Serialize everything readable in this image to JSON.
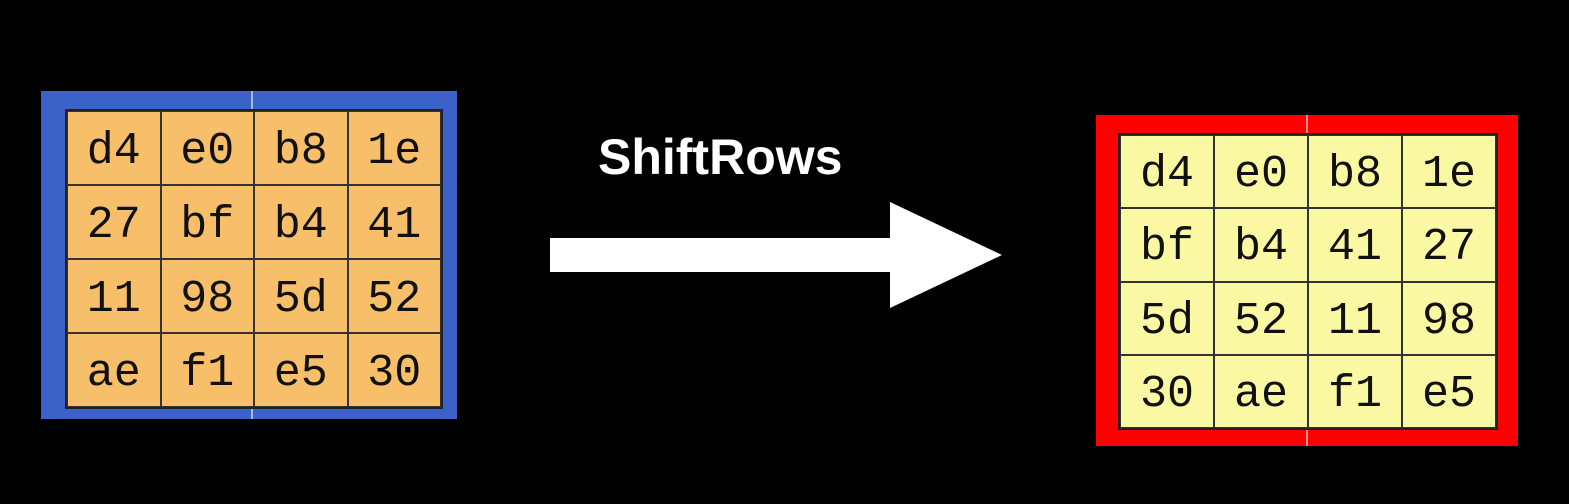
{
  "operation_label": "ShiftRows",
  "colors": {
    "background": "#000000",
    "input_border": "#3a62c8",
    "input_fill": "#f8bf6a",
    "output_border": "#ff0000",
    "output_fill": "#fbf8a3",
    "arrow": "#ffffff"
  },
  "input_state": [
    [
      "d4",
      "e0",
      "b8",
      "1e"
    ],
    [
      "27",
      "bf",
      "b4",
      "41"
    ],
    [
      "11",
      "98",
      "5d",
      "52"
    ],
    [
      "ae",
      "f1",
      "e5",
      "30"
    ]
  ],
  "output_state": [
    [
      "d4",
      "e0",
      "b8",
      "1e"
    ],
    [
      "bf",
      "b4",
      "41",
      "27"
    ],
    [
      "5d",
      "52",
      "11",
      "98"
    ],
    [
      "30",
      "ae",
      "f1",
      "e5"
    ]
  ]
}
